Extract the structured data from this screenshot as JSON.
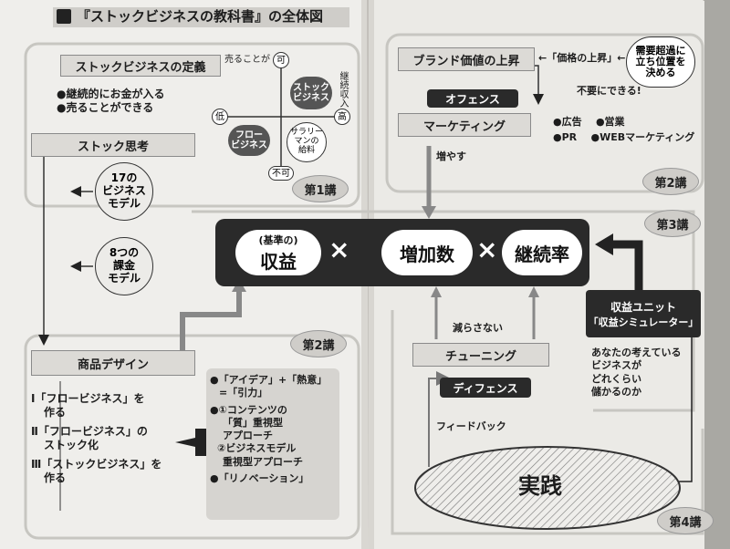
{
  "header": {
    "title": "『ストックビジネスの教科書』の全体図"
  },
  "definition": {
    "title": "ストックビジネスの定義",
    "items": [
      "●継続的にお金が入る",
      "●売ることができる"
    ]
  },
  "matrix": {
    "top_label": "売ることが",
    "top_mark": "可",
    "bottom_mark": "不可",
    "left_mark": "低",
    "right_mark": "高",
    "right_label": "継続収入",
    "stock": [
      "ストック",
      "ビジネス"
    ],
    "flow": [
      "フロー",
      "ビジネス"
    ],
    "salary": [
      "サラリー",
      "マンの",
      "給料"
    ]
  },
  "stock_thinking": {
    "title": "ストック思考"
  },
  "business_models": {
    "lines": [
      "17の",
      "ビジネス",
      "モデル"
    ]
  },
  "billing_models": {
    "lines": [
      "8つの",
      "課金",
      "モデル"
    ]
  },
  "lectures": {
    "l1": "第1講",
    "l2_left": "第2講",
    "l2_right": "第2講",
    "l3": "第3講",
    "l4": "第4講"
  },
  "product_design": {
    "title": "商品デザイン",
    "steps": [
      "Ⅰ「フロービジネス」を",
      "作る",
      "Ⅱ「フロービジネス」の",
      "ストック化",
      "Ⅲ「ストックビジネス」を",
      "作る"
    ],
    "methods": [
      "●「アイデア」+「熱意」",
      "=「引力」",
      "●①コンテンツの",
      "「質」重視型",
      "アプローチ",
      "②ビジネスモデル",
      "重視型アプローチ",
      "●「リノベーション」"
    ]
  },
  "formula": {
    "base_prefix": "(基準の)",
    "base": "収益",
    "times1": "×",
    "increase": "増加数",
    "times2": "×",
    "retention": "継続率"
  },
  "brand": {
    "title": "ブランド価値の上昇",
    "price_rise": "←「価格の上昇」←",
    "demand": [
      "需要超過に",
      "立ち位置を",
      "決める"
    ],
    "not_needed": "不要にできる!"
  },
  "offense": {
    "label": "オフェンス"
  },
  "marketing": {
    "title": "マーケティング",
    "methods": [
      "●広告",
      "●営業",
      "●PR",
      "●WEBマーケティング"
    ],
    "increase": "増やす"
  },
  "revenue_unit": {
    "title": "収益ユニット",
    "subtitle": "「収益シミュレーター」",
    "desc": [
      "あなたの考えている",
      "ビジネスが",
      "どれくらい",
      "儲かるのか"
    ]
  },
  "tuning": {
    "title": "チューニング",
    "no_decrease": "減らさない"
  },
  "defense": {
    "label": "ディフェンス"
  },
  "feedback": {
    "label": "フィードバック"
  },
  "practice": {
    "label": "実践"
  }
}
